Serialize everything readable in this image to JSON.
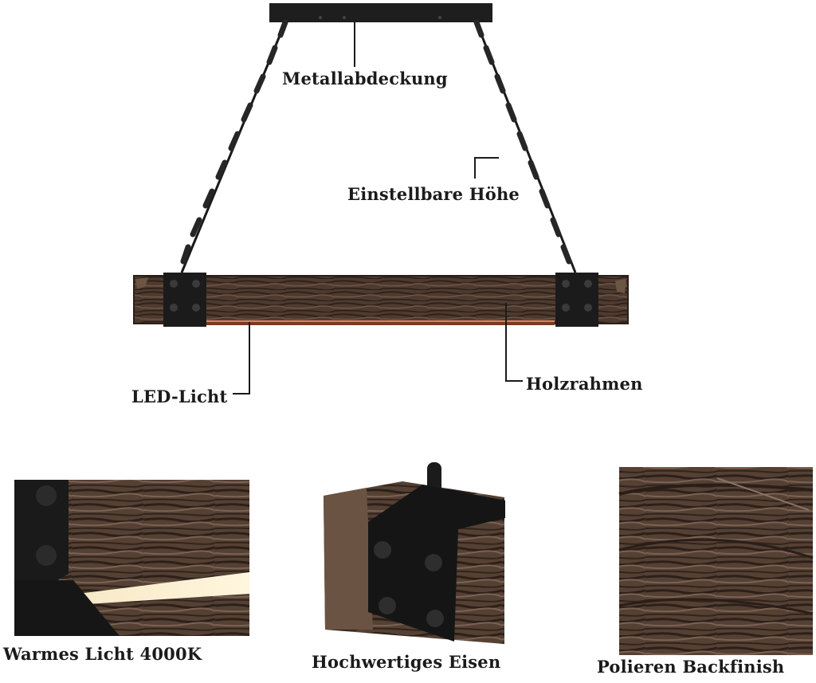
{
  "diagram": {
    "callouts": {
      "cover": "Metallabdeckung",
      "height": "Einstellbare Höhe",
      "led": "LED-Licht",
      "frame": "Holzrahmen"
    }
  },
  "details": [
    {
      "caption": "Warmes Licht 4000K"
    },
    {
      "caption": "Hochwertiges Eisen"
    },
    {
      "caption": "Polieren Backfinish"
    }
  ],
  "colors": {
    "wood_dark": "#3a2a22",
    "wood_mid": "#5b4436",
    "wood_light": "#7d6656",
    "metal": "#1c1c1c",
    "led_glow": "#f4e2b8",
    "label": "#1b1b1b"
  }
}
